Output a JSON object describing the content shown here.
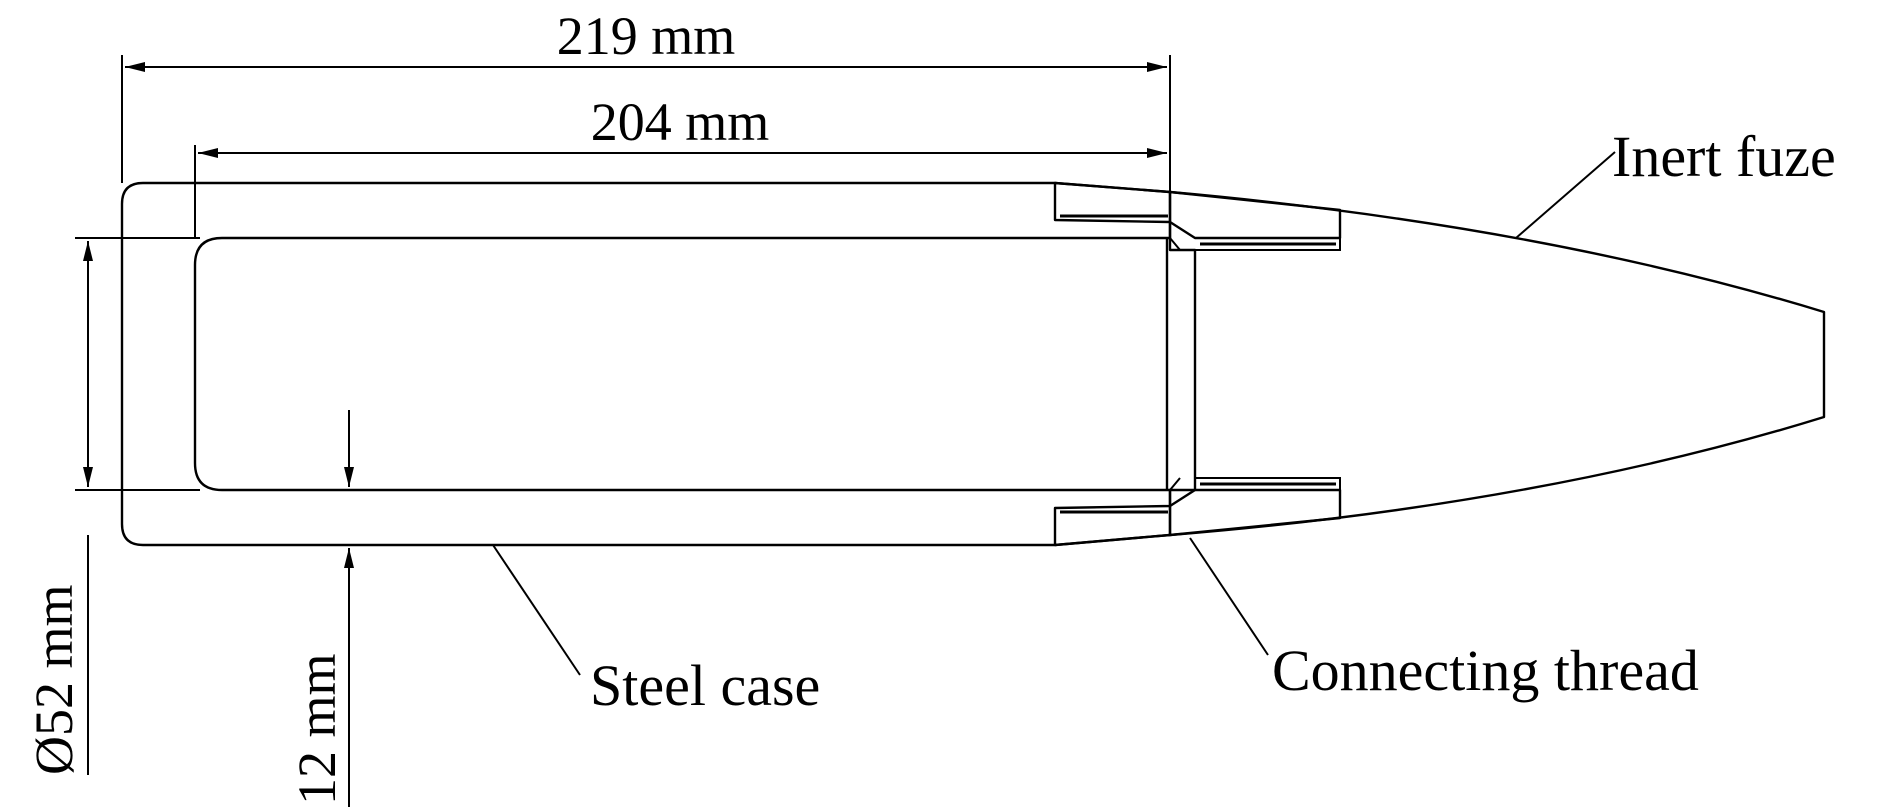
{
  "dimensions": {
    "length_total": "219 mm",
    "length_inner": "204 mm",
    "diameter": "Ø52 mm",
    "wall_thickness": "12 mm"
  },
  "labels": {
    "fuze": "Inert fuze",
    "case": "Steel case",
    "thread": "Connecting thread"
  },
  "colors": {
    "ink": "#000000",
    "background": "#ffffff"
  }
}
